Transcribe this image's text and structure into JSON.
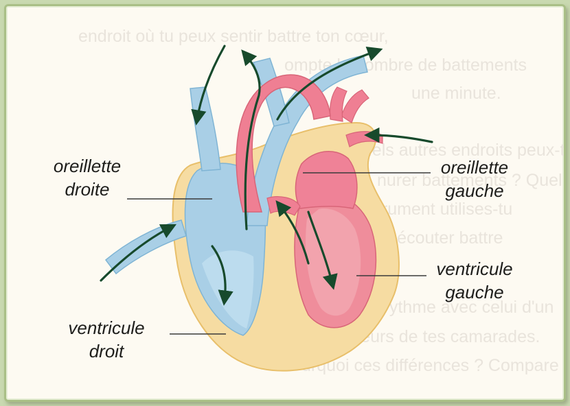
{
  "labels": {
    "oreillette_droite": [
      "oreillette",
      "droite"
    ],
    "oreillette_gauche": [
      "oreillette",
      "gauche"
    ],
    "ventricule_gauche": [
      "ventricule",
      "gauche"
    ],
    "ventricule_droit": [
      "ventricule",
      "droit"
    ]
  },
  "background_text": [
    "endroit où tu peux sentir battre ton cœur,",
    "ompte le nombre de battements",
    "une minute.",
    "quels autres endroits peux-tu",
    "nurer battements ? Quel",
    "trument utilises-tu",
    "ur écouter battre",
    "mpare ton rythme avec celui d'un",
    "de plusieurs de tes camarades.",
    "urquoi ces différences ? Compare ton rythme"
  ],
  "colors": {
    "blood_blue": "#a9cfe6",
    "blood_red": "#ef7f93",
    "heart_wall": "#f5d89a",
    "arrow": "#174a2c"
  }
}
